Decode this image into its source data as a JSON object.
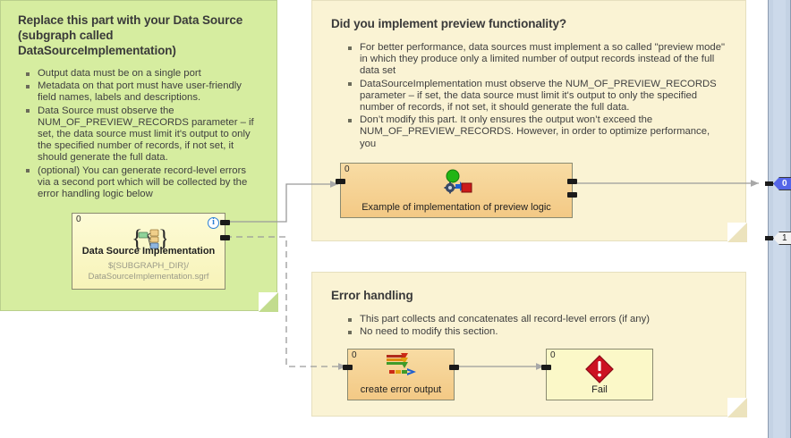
{
  "app": {
    "canvas_background": "#ffffff"
  },
  "panels": [
    {
      "id": "data-source-note",
      "color": "#d6eda0",
      "title": "Replace this part with your Data Source (subgraph called DataSourceImplementation)",
      "bullets": [
        "Output data must be on a single port",
        "Metadata on that port must have user-friendly field names, labels and descriptions.",
        "Data Source must observe the NUM_OF_PREVIEW_RECORDS parameter – if set, the data source must limit it's output to only the specified number of records, if not set, it should generate the full data.",
        "(optional) You can generate record-level errors via a second port which will be collected by the error handling logic below"
      ]
    },
    {
      "id": "preview-note",
      "color": "#faf3d4",
      "title": "Did you implement preview functionality?",
      "bullets": [
        "For better performance, data sources must implement a so called \"preview mode\" in which they produce only a limited number of output records instead of the full data set",
        "DataSourceImplementation must observe the NUM_OF_PREVIEW_RECORDS parameter – if set, the data source must limit it's output to only the specified number of records, if not set, it should generate the full data.",
        "Don’t modify this part. It only ensures the output won’t exceed the NUM_OF_PREVIEW_RECORDS. However, in order to optimize performance, you"
      ]
    },
    {
      "id": "error-note",
      "color": "#faf3d4",
      "title": "Error handling",
      "bullets": [
        "This part collects and concatenates all record-level errors (if any)",
        "No need to modify this section."
      ]
    }
  ],
  "nodes": {
    "data_source": {
      "index": "0",
      "label": "Data Source Implementation",
      "path_line1": "${SUBGRAPH_DIR}/",
      "path_line2": "DataSourceImplementation.sgrf",
      "icon": "subgraph-icon",
      "badge": "info-icon",
      "badge_glyph": "i"
    },
    "preview": {
      "index": "0",
      "label": "Example of implementation of preview logic",
      "icon": "preview-logic-icon"
    },
    "create_error_output": {
      "index": "0",
      "label": "create error output",
      "icon": "concatenate-icon"
    },
    "fail": {
      "index": "0",
      "label": "Fail",
      "icon": "fail-diamond-icon"
    }
  },
  "right_ports": [
    {
      "name": "output-port-0",
      "label": "0",
      "selected": true
    },
    {
      "name": "output-port-1",
      "label": "1",
      "selected": false
    }
  ],
  "colors": {
    "panel_green": "#d6eda0",
    "panel_cream": "#faf3d4",
    "node_yellow": "#fbf8c8",
    "node_orange": "#f3c985",
    "edge": "#9a9a9a",
    "fail_red": "#cc1122",
    "info_blue": "#2b7fd4",
    "port_selected": "#5566e8"
  }
}
